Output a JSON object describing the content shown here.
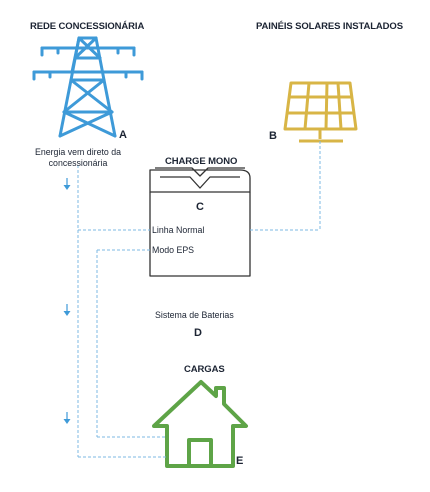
{
  "labels": {
    "grid_title": "REDE CONCESSIONÁRIA",
    "solar_title": "PAINÉIS SOLARES INSTALADOS",
    "grid_desc_line1": "Energia vem direto da",
    "grid_desc_line2": "concessionária",
    "inverter_title": "CHARGE MONO",
    "line_normal": "Linha Normal",
    "eps_mode": "Modo EPS",
    "battery_label": "Sistema de Baterias",
    "loads_title": "CARGAS"
  },
  "letters": {
    "grid": "A",
    "solar": "B",
    "inverter": "C",
    "battery": "D",
    "loads": "E"
  },
  "colors": {
    "tower": "#3e9ad8",
    "solar_panel": "#d8b546",
    "house": "#5ea447",
    "connector": "#7db8e3",
    "arrow": "#3e9ad8",
    "inverter_outline": "#333333",
    "text": "#1c2433"
  },
  "icons": {
    "grid": "transmission-tower-icon",
    "solar": "solar-panel-icon",
    "inverter": "inverter-icon",
    "loads": "house-icon",
    "flow": "arrow-down-icon"
  }
}
